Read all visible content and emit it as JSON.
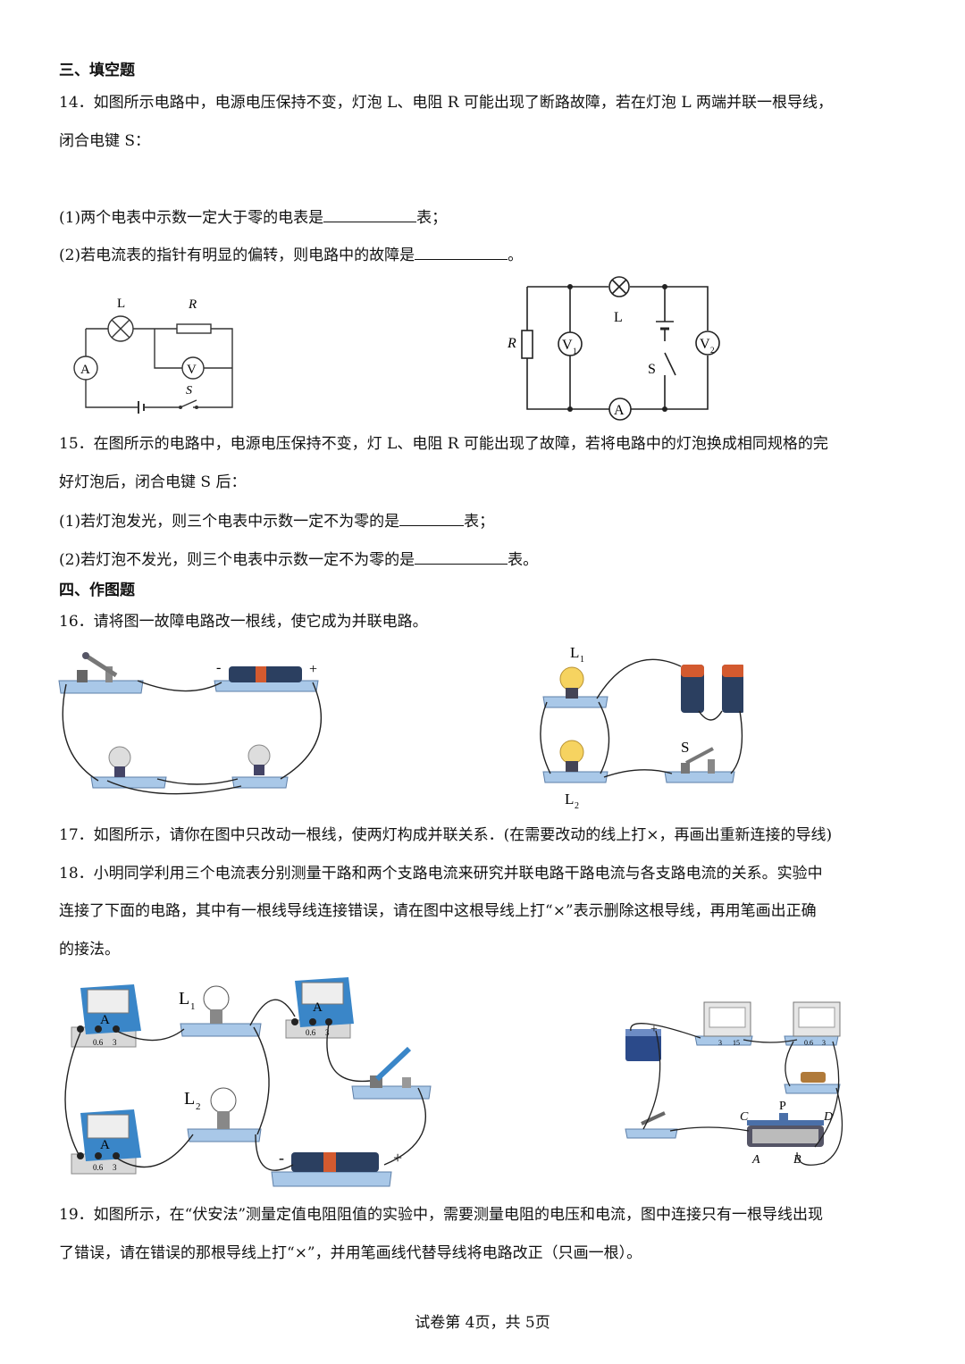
{
  "sections": {
    "fill_title": "三、填空题",
    "draw_title": "四、作图题"
  },
  "q14": {
    "line1": "14．如图所示电路中，电源电压保持不变，灯泡 L、电阻 R 可能出现了断路故障，若在灯泡 L 两端并联一根导线，",
    "line2": "闭合电键 S：",
    "p1_before": "(1)两个电表中示数一定大于零的电表是",
    "p1_after": "表；",
    "p2_before": "(2)若电流表的指针有明显的偏转，则电路中的故障是",
    "p2_after": "。"
  },
  "fig14": {
    "L": "L",
    "R": "R",
    "A": "A",
    "V": "V",
    "S": "S"
  },
  "fig15": {
    "R": "R",
    "L": "L",
    "S": "S",
    "A": "A",
    "V1": "V",
    "V1_sub": "1",
    "V2": "V",
    "V2_sub": "2"
  },
  "q15": {
    "line1": "15．在图所示的电路中，电源电压保持不变，灯 L、电阻 R 可能出现了故障，若将电路中的灯泡换成相同规格的完",
    "line2": "好灯泡后，闭合电键 S 后：",
    "p1_before": "(1)若灯泡发光，则三个电表中示数一定不为零的是",
    "p1_after": "表；",
    "p2_before": "(2)若灯泡不发光，则三个电表中示数一定不为零的是",
    "p2_after": "表。"
  },
  "q16": {
    "line1": "16．请将图一故障电路改一根线，使它成为并联电路。"
  },
  "fig16": {
    "minus": "-",
    "plus": "+"
  },
  "fig17": {
    "L1": "L",
    "L1_sub": "1",
    "L2": "L",
    "L2_sub": "2",
    "S": "S"
  },
  "q17": {
    "line1": "17．如图所示，请你在图中只改动一根线，使两灯构成并联关系．(在需要改动的线上打×，再画出重新连接的导线)"
  },
  "q18": {
    "line1": "18．小明同学利用三个电流表分别测量干路和两个支路电流来研究并联电路干路电流与各支路电流的关系。实验中",
    "line2": "连接了下面的电路，其中有一根线导线连接错误，请在图中这根导线上打“×”表示删除这根导线，再用笔画出正确",
    "line3": "的接法。"
  },
  "fig18": {
    "A": "A",
    "L1": "L",
    "L1_sub": "1",
    "L2": "L",
    "L2_sub": "2",
    "minus": "-",
    "plus": "+",
    "t1": "0.6",
    "t2": "3"
  },
  "fig19": {
    "plus": "+",
    "C": "C",
    "P": "P",
    "D": "D",
    "A": "A",
    "B": "B",
    "v_t1": "3",
    "v_t2": "15",
    "a_t1": "0.6",
    "a_t2": "3"
  },
  "q19": {
    "line1": "19．如图所示，在“伏安法”测量定值电阻阻值的实验中，需要测量电阻的电压和电流，图中连接只有一根导线出现",
    "line2": "了错误，请在错误的那根导线上打“×”，并用笔画线代替导线将电路改正（只画一根）。"
  },
  "footer": "试卷第 4页，共 5页"
}
